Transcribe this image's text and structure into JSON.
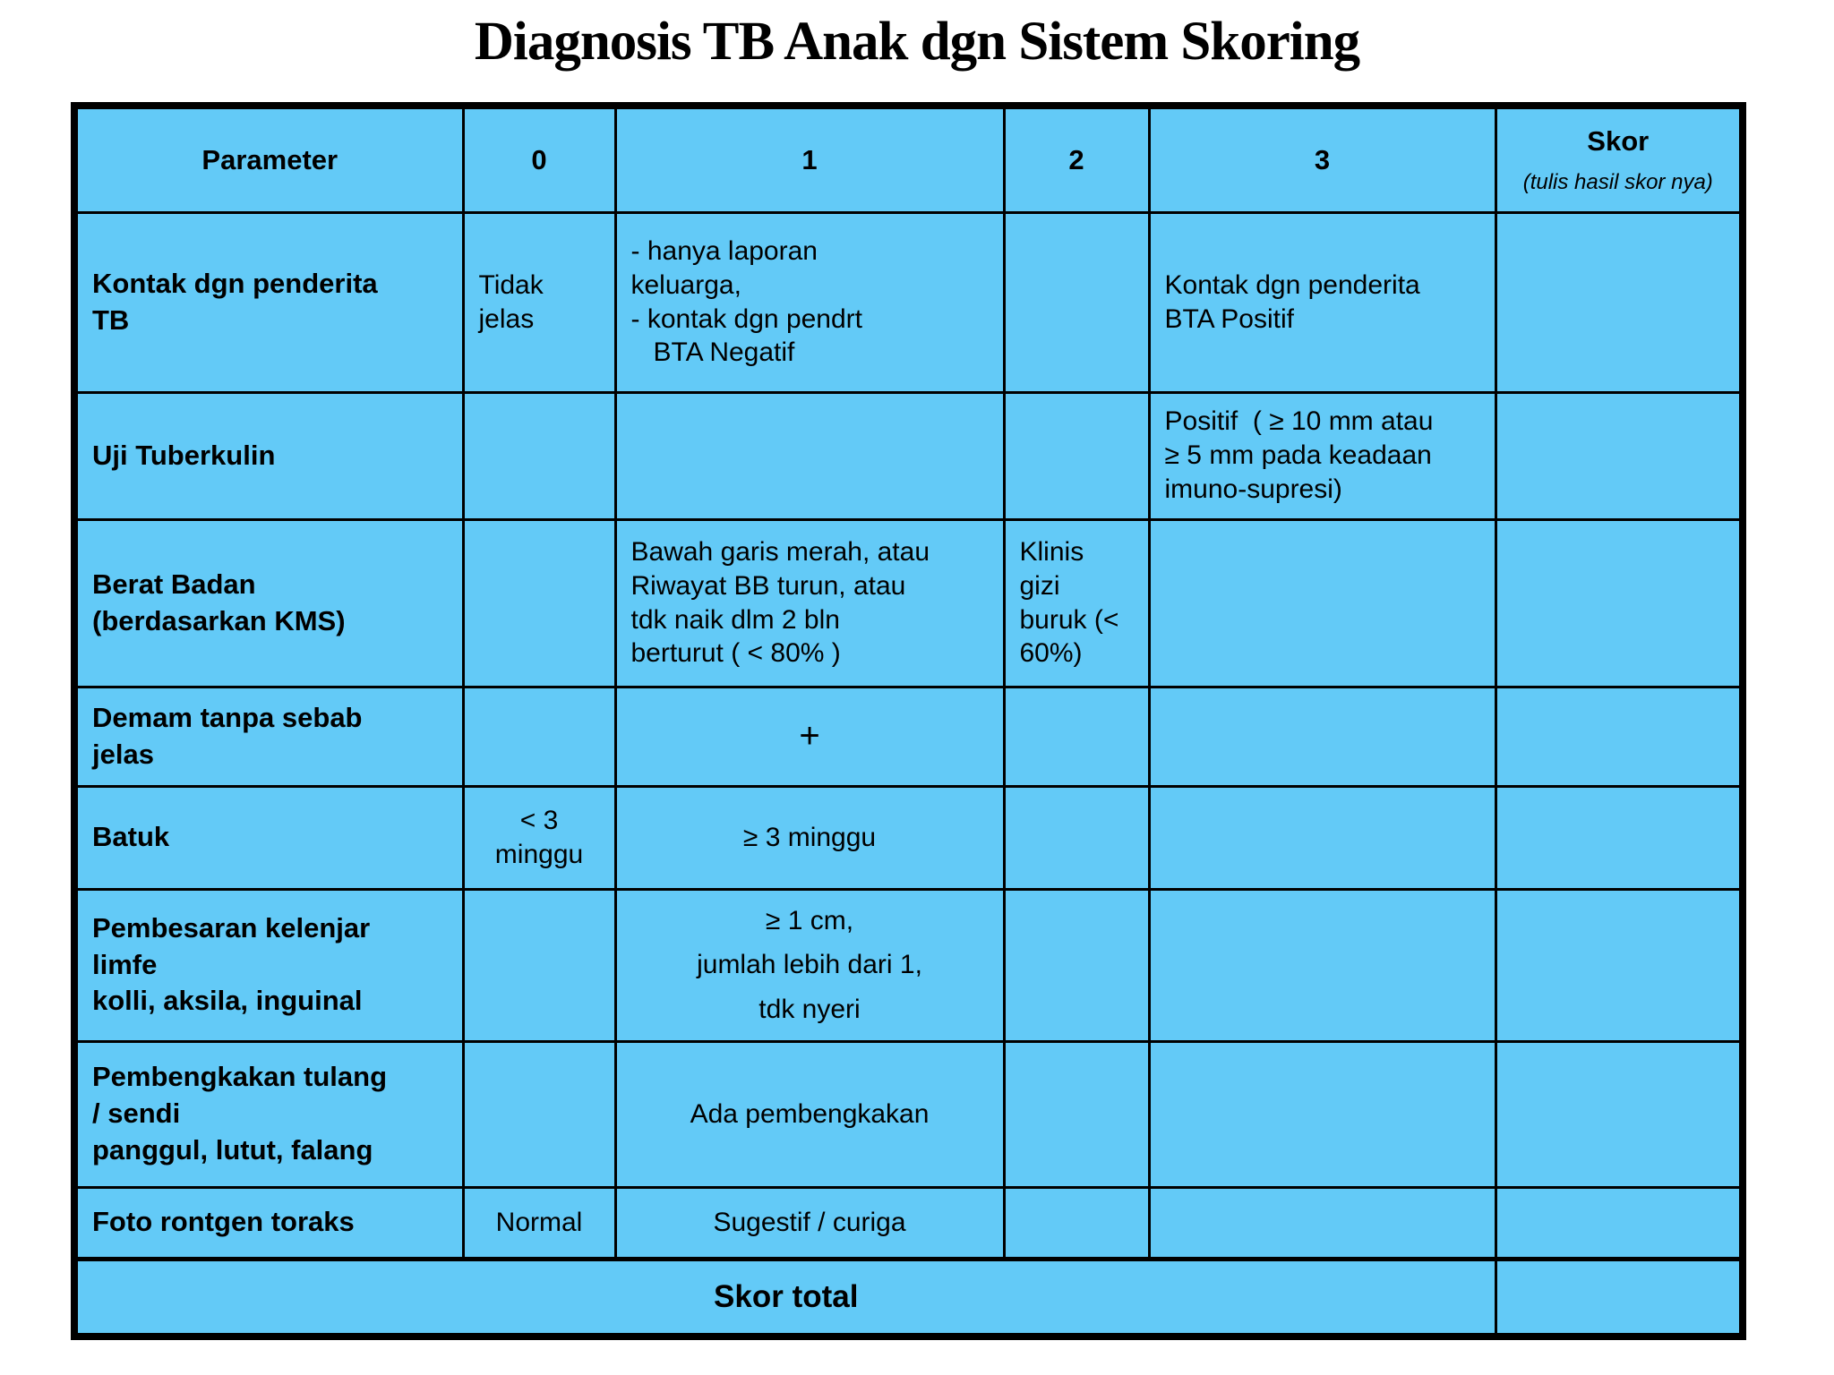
{
  "title": "Diagnosis TB Anak dgn Sistem Skoring",
  "colors": {
    "page_bg": "#ffffff",
    "cell_bg": "#63caf7",
    "border": "#000000",
    "text": "#000000"
  },
  "table": {
    "header": {
      "parameter": "Parameter",
      "score0": "0",
      "score1": "1",
      "score2": "2",
      "score3": "3",
      "skor_title": "Skor",
      "skor_note": "(tulis hasil skor nya)"
    },
    "rows": [
      {
        "parameter": "Kontak dgn penderita\nTB",
        "c0": "Tidak\njelas",
        "c1": "- hanya laporan\nkeluarga,\n- kontak dgn pendrt\n   BTA Negatif",
        "c2": "",
        "c3": "Kontak dgn penderita\nBTA Positif",
        "skor": ""
      },
      {
        "parameter": "Uji Tuberkulin",
        "c0": "",
        "c1": "",
        "c2": "",
        "c3": "Positif  ( ≥ 10 mm atau\n≥ 5 mm pada keadaan\nimuno-supresi)",
        "skor": ""
      },
      {
        "parameter": "Berat Badan\n(berdasarkan KMS)",
        "c0": "",
        "c1": "Bawah garis merah, atau\nRiwayat BB turun, atau\ntdk naik dlm 2 bln\nberturut ( < 80% )",
        "c2": "Klinis\ngizi\nburuk (<\n60%)",
        "c3": "",
        "skor": ""
      },
      {
        "parameter": "Demam tanpa sebab\njelas",
        "c0": "",
        "c1": "+",
        "c2": "",
        "c3": "",
        "skor": ""
      },
      {
        "parameter": "Batuk",
        "c0": "< 3\nminggu",
        "c1": "≥ 3 minggu",
        "c2": "",
        "c3": "",
        "skor": ""
      },
      {
        "parameter": "Pembesaran kelenjar\nlimfe\nkolli, aksila, inguinal",
        "c0": "",
        "c1": "≥ 1 cm,\njumlah lebih dari 1,\ntdk nyeri",
        "c2": "",
        "c3": "",
        "skor": ""
      },
      {
        "parameter": "Pembengkakan tulang\n/ sendi\npanggul, lutut, falang",
        "c0": "",
        "c1": "Ada pembengkakan",
        "c2": "",
        "c3": "",
        "skor": ""
      },
      {
        "parameter": "Foto rontgen toraks",
        "c0": "Normal",
        "c1": "Sugestif / curiga",
        "c2": "",
        "c3": "",
        "skor": ""
      }
    ],
    "total": {
      "label": "Skor total",
      "skor": ""
    }
  }
}
